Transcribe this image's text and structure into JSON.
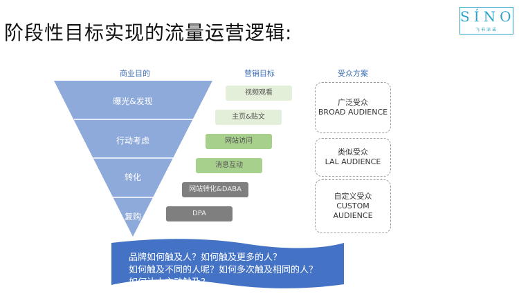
{
  "title": "阶段性目标实现的流量运营逻辑:",
  "logo": {
    "main": "SÍNO",
    "sub": "飞书深诺"
  },
  "headers": {
    "business": "商业目的",
    "marketing": "营销目标",
    "audience": "受众方案"
  },
  "funnel": [
    "曝光&发现",
    "行动考虑",
    "转化",
    "复购"
  ],
  "goals": [
    {
      "label": "视频观看",
      "bg": "#e3efd9",
      "fg": "#555555"
    },
    {
      "label": "主页&贴文",
      "bg": "#e3efd9",
      "fg": "#555555"
    },
    {
      "label": "网站访问",
      "bg": "#a8d08d",
      "fg": "#555555"
    },
    {
      "label": "消息互动",
      "bg": "#a8d08d",
      "fg": "#555555"
    },
    {
      "label": "网站转化&DABA",
      "bg": "#7f7f7f",
      "fg": "#eeeeee"
    },
    {
      "label": "DPA",
      "bg": "#7f7f7f",
      "fg": "#eeeeee"
    }
  ],
  "audiences": [
    {
      "cn": "广泛受众",
      "en": "BROAD AUDIENCE"
    },
    {
      "cn": "类似受众",
      "en": "LAL AUDIENCE"
    },
    {
      "cn": "自定义受众",
      "en": "CUSTOM AUDIENCE"
    }
  ],
  "questions": [
    "品牌如何触及人？如何触及更多的人？",
    "如何触及不同的人呢？如何多次触及相同的人？",
    "如何让人主动触及？"
  ],
  "colors": {
    "funnel": "#8eaadb",
    "funnel_divider": "#ffffff",
    "banner": "#4472c4",
    "accent": "#3f6fb5",
    "logo": "#2fa3c9"
  }
}
